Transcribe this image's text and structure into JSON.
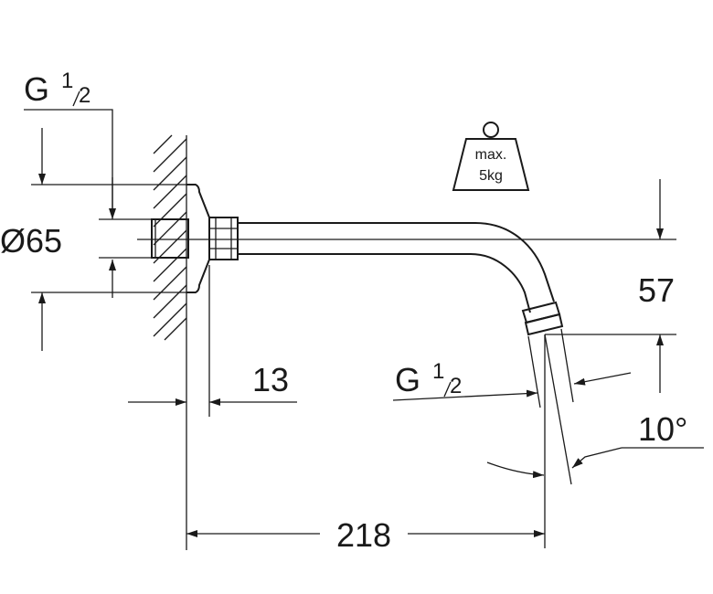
{
  "dimensions": {
    "thread_top": {
      "main": "G",
      "num": "1",
      "den": "2"
    },
    "thread_outlet": {
      "main": "G",
      "num": "1",
      "den": "2"
    },
    "diameter": "Ø65",
    "wall_depth": "13",
    "height_drop": "57",
    "length": "218",
    "angle": "10°"
  },
  "weight_badge": {
    "line1": "max.",
    "line2": "5kg"
  },
  "colors": {
    "line": "#1a1a1a",
    "background": "#ffffff"
  }
}
